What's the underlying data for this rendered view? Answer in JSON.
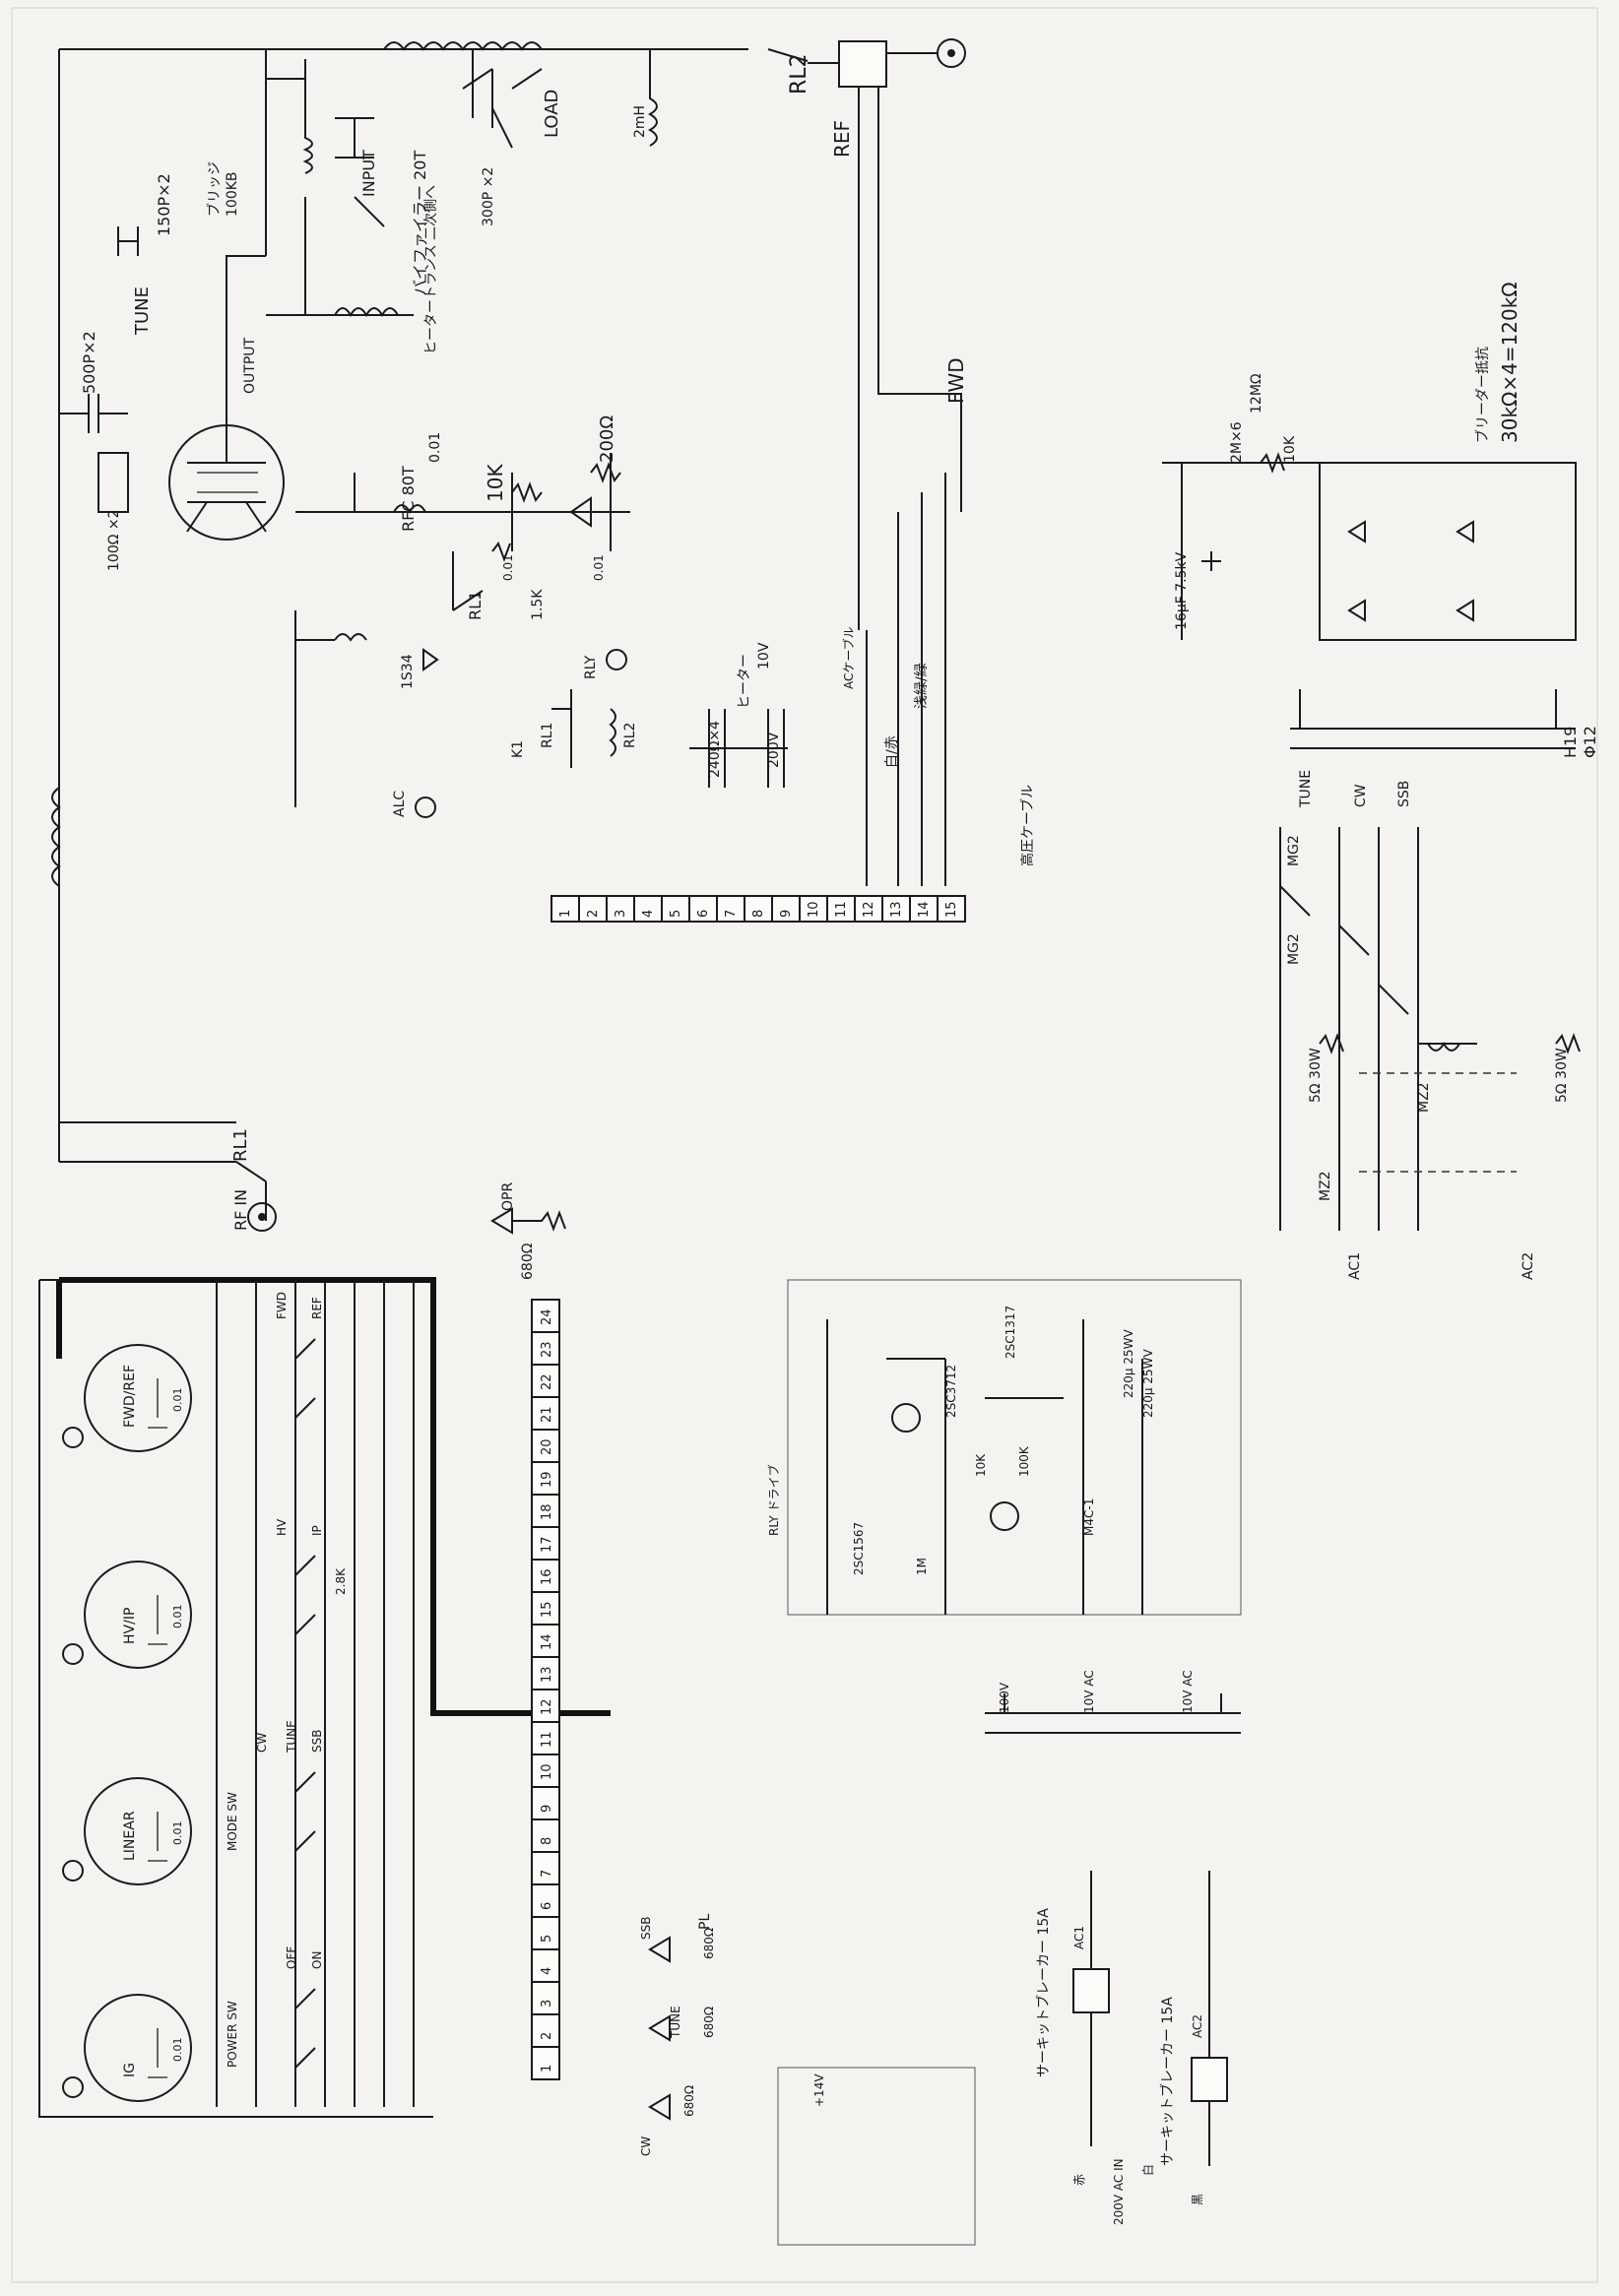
{
  "rotated_labels": {
    "coax_top": "RL2",
    "ref": "REF",
    "fwd": "FWD",
    "tune_cap": "TUNE",
    "load_cap": "LOAD",
    "cap_150p": "150P×2",
    "cap_500p": "500P×2",
    "cap_300p": "300P ×2",
    "res_100": "100Ω ×2",
    "choke_2mh_top": "2mH",
    "input_label": "INPUT",
    "output_label": "OUTPUT",
    "bridge": "ブリッジ",
    "bridge_val": "100KB",
    "heater_trans": "ヒータートランス 二次側へ",
    "bifilar": "バイファイラー 20T",
    "rfc": "RFC 80T",
    "cap_001": "0.01",
    "r_10k": "10K",
    "r_200": "200Ω",
    "rl1_left": "RL1",
    "r_1_5k": "1.5K",
    "cap_001b": "0.01",
    "cap_001c": "0.01",
    "d_1s34": "1S34",
    "alc": "ALC",
    "rly": "RLY",
    "rl1_b": "RL1",
    "rl2_b": "RL2",
    "k1": "K1",
    "heater": "ヒーター",
    "v10": "10V",
    "v200": "200V",
    "r_240x4": "240Ω×4",
    "hv_cable": "高圧ケーブル",
    "green_white": "浅緑/緑",
    "white_red": "白/赤",
    "ac1_cable": "ACケーブル",
    "meter_mx6": "2M×6",
    "r_12m": "12MΩ",
    "bleeder": "ブリーダー抵抗",
    "bleeder_val": "30kΩ×4=120kΩ",
    "r_10k_b": "10K",
    "cap_hv": "16μF 7.5kV",
    "h19": "H19",
    "d12": "Φ12",
    "tune_sw": "TUNE",
    "cw": "CW",
    "ssb": "SSB",
    "mg2": "MG2",
    "mg2b": "MG2",
    "r_5_30w": "5Ω 30W",
    "r_5_30w_b": "5Ω 30W",
    "mz2": "MZ2",
    "mz2b": "MZ2",
    "ac1": "AC1",
    "ac2": "AC2",
    "rl1_in": "RL1",
    "rf_in": "RF IN",
    "opr": "OPR",
    "r_680": "680Ω",
    "white": "白",
    "meter_fwd": "FWD/REF",
    "meter_hv": "HV/IP",
    "meter_linear": "LINEAR",
    "meter_ig": "IG",
    "fwd_sw": "FWD",
    "ref_sw": "REF",
    "hv_sw": "HV",
    "ip_sw": "IP",
    "r_28k": "2.8K",
    "cw_sw": "CW",
    "tune_sw2": "TUNE",
    "ssb_sw": "SSB",
    "mode_sw": "MODE SW",
    "off_sw": "OFF",
    "on_sw": "ON",
    "power_sw": "POWER SW",
    "cap_001m": "0.01",
    "led_ssb": "SSB",
    "led_tune": "TUNE",
    "led_cw": "CW",
    "r_680a": "680Ω",
    "r_680b": "680Ω",
    "r_680c": "680Ω",
    "breaker1": "サーキットブレーカー 15A",
    "breaker2": "サーキットブレーカー 15A",
    "ac_in": "200V AC IN",
    "ac1_b": "AC1",
    "ac2_b": "AC2",
    "red": "赤",
    "black": "黒",
    "white_b": "白",
    "ac100": "100V",
    "ac10": "10V AC",
    "ac10b": "10V AC",
    "m4c1": "M4C-1",
    "q_2sc1317": "2SC1317",
    "q_2sc3712": "2SC3712",
    "q_2sc1567": "2SC1567",
    "r_10k_c": "10K",
    "r_100k": "100K",
    "r_1m": "1M",
    "c_220": "220μ 25WV",
    "c_220b": "220μ 25WV",
    "relay_drive": "RLY ドライブ",
    "pl": "PL",
    "v_plus14": "+14V"
  },
  "terminal_strip_top": [
    "1",
    "2",
    "3",
    "4",
    "5",
    "6",
    "7",
    "8",
    "9",
    "10",
    "11",
    "12",
    "13",
    "14",
    "15"
  ],
  "terminal_strip_bottom": [
    "1",
    "2",
    "3",
    "4",
    "5",
    "6",
    "7",
    "8",
    "9",
    "10",
    "11",
    "12",
    "13",
    "14",
    "15",
    "16",
    "17",
    "18",
    "19",
    "20",
    "21",
    "22",
    "23",
    "24"
  ],
  "meters": [
    {
      "label": "FWD/REF",
      "value": "0.01"
    },
    {
      "label": "HV/IP",
      "value": "0.01"
    },
    {
      "label": "LINEAR",
      "value": "0.01"
    },
    {
      "label": "IG",
      "value": "0.01"
    }
  ]
}
